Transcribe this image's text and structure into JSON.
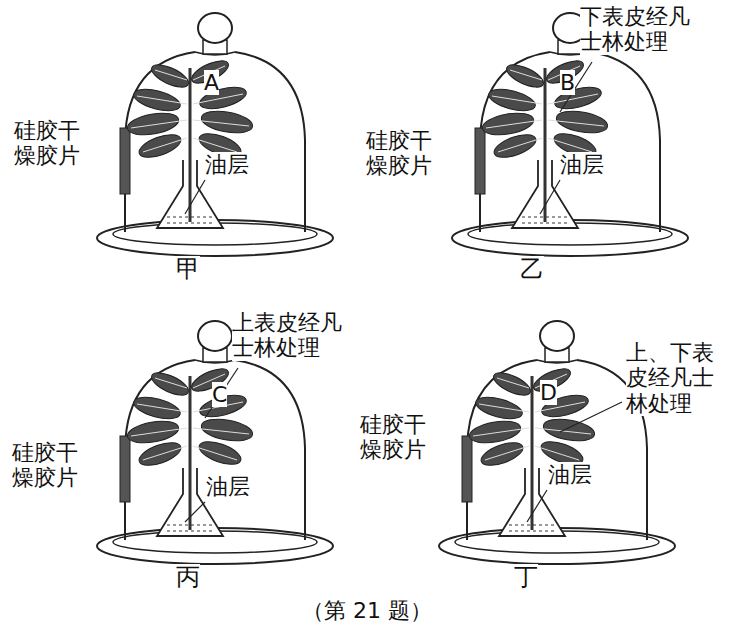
{
  "diagram": {
    "caption": "（第 21 题）",
    "labels": [
      "A",
      "硅胶干燥胶片",
      "油层",
      "甲",
      "下表皮经凡士林处理",
      "B",
      "硅胶干燥胶片",
      "油层",
      "乙",
      "上表皮经凡士林处理",
      "C",
      "硅胶干燥胶片",
      "油层",
      "丙",
      "上、下表皮经凡士林处理",
      "D",
      "硅胶干燥胶片",
      "油层",
      "丁"
    ]
  }
}
